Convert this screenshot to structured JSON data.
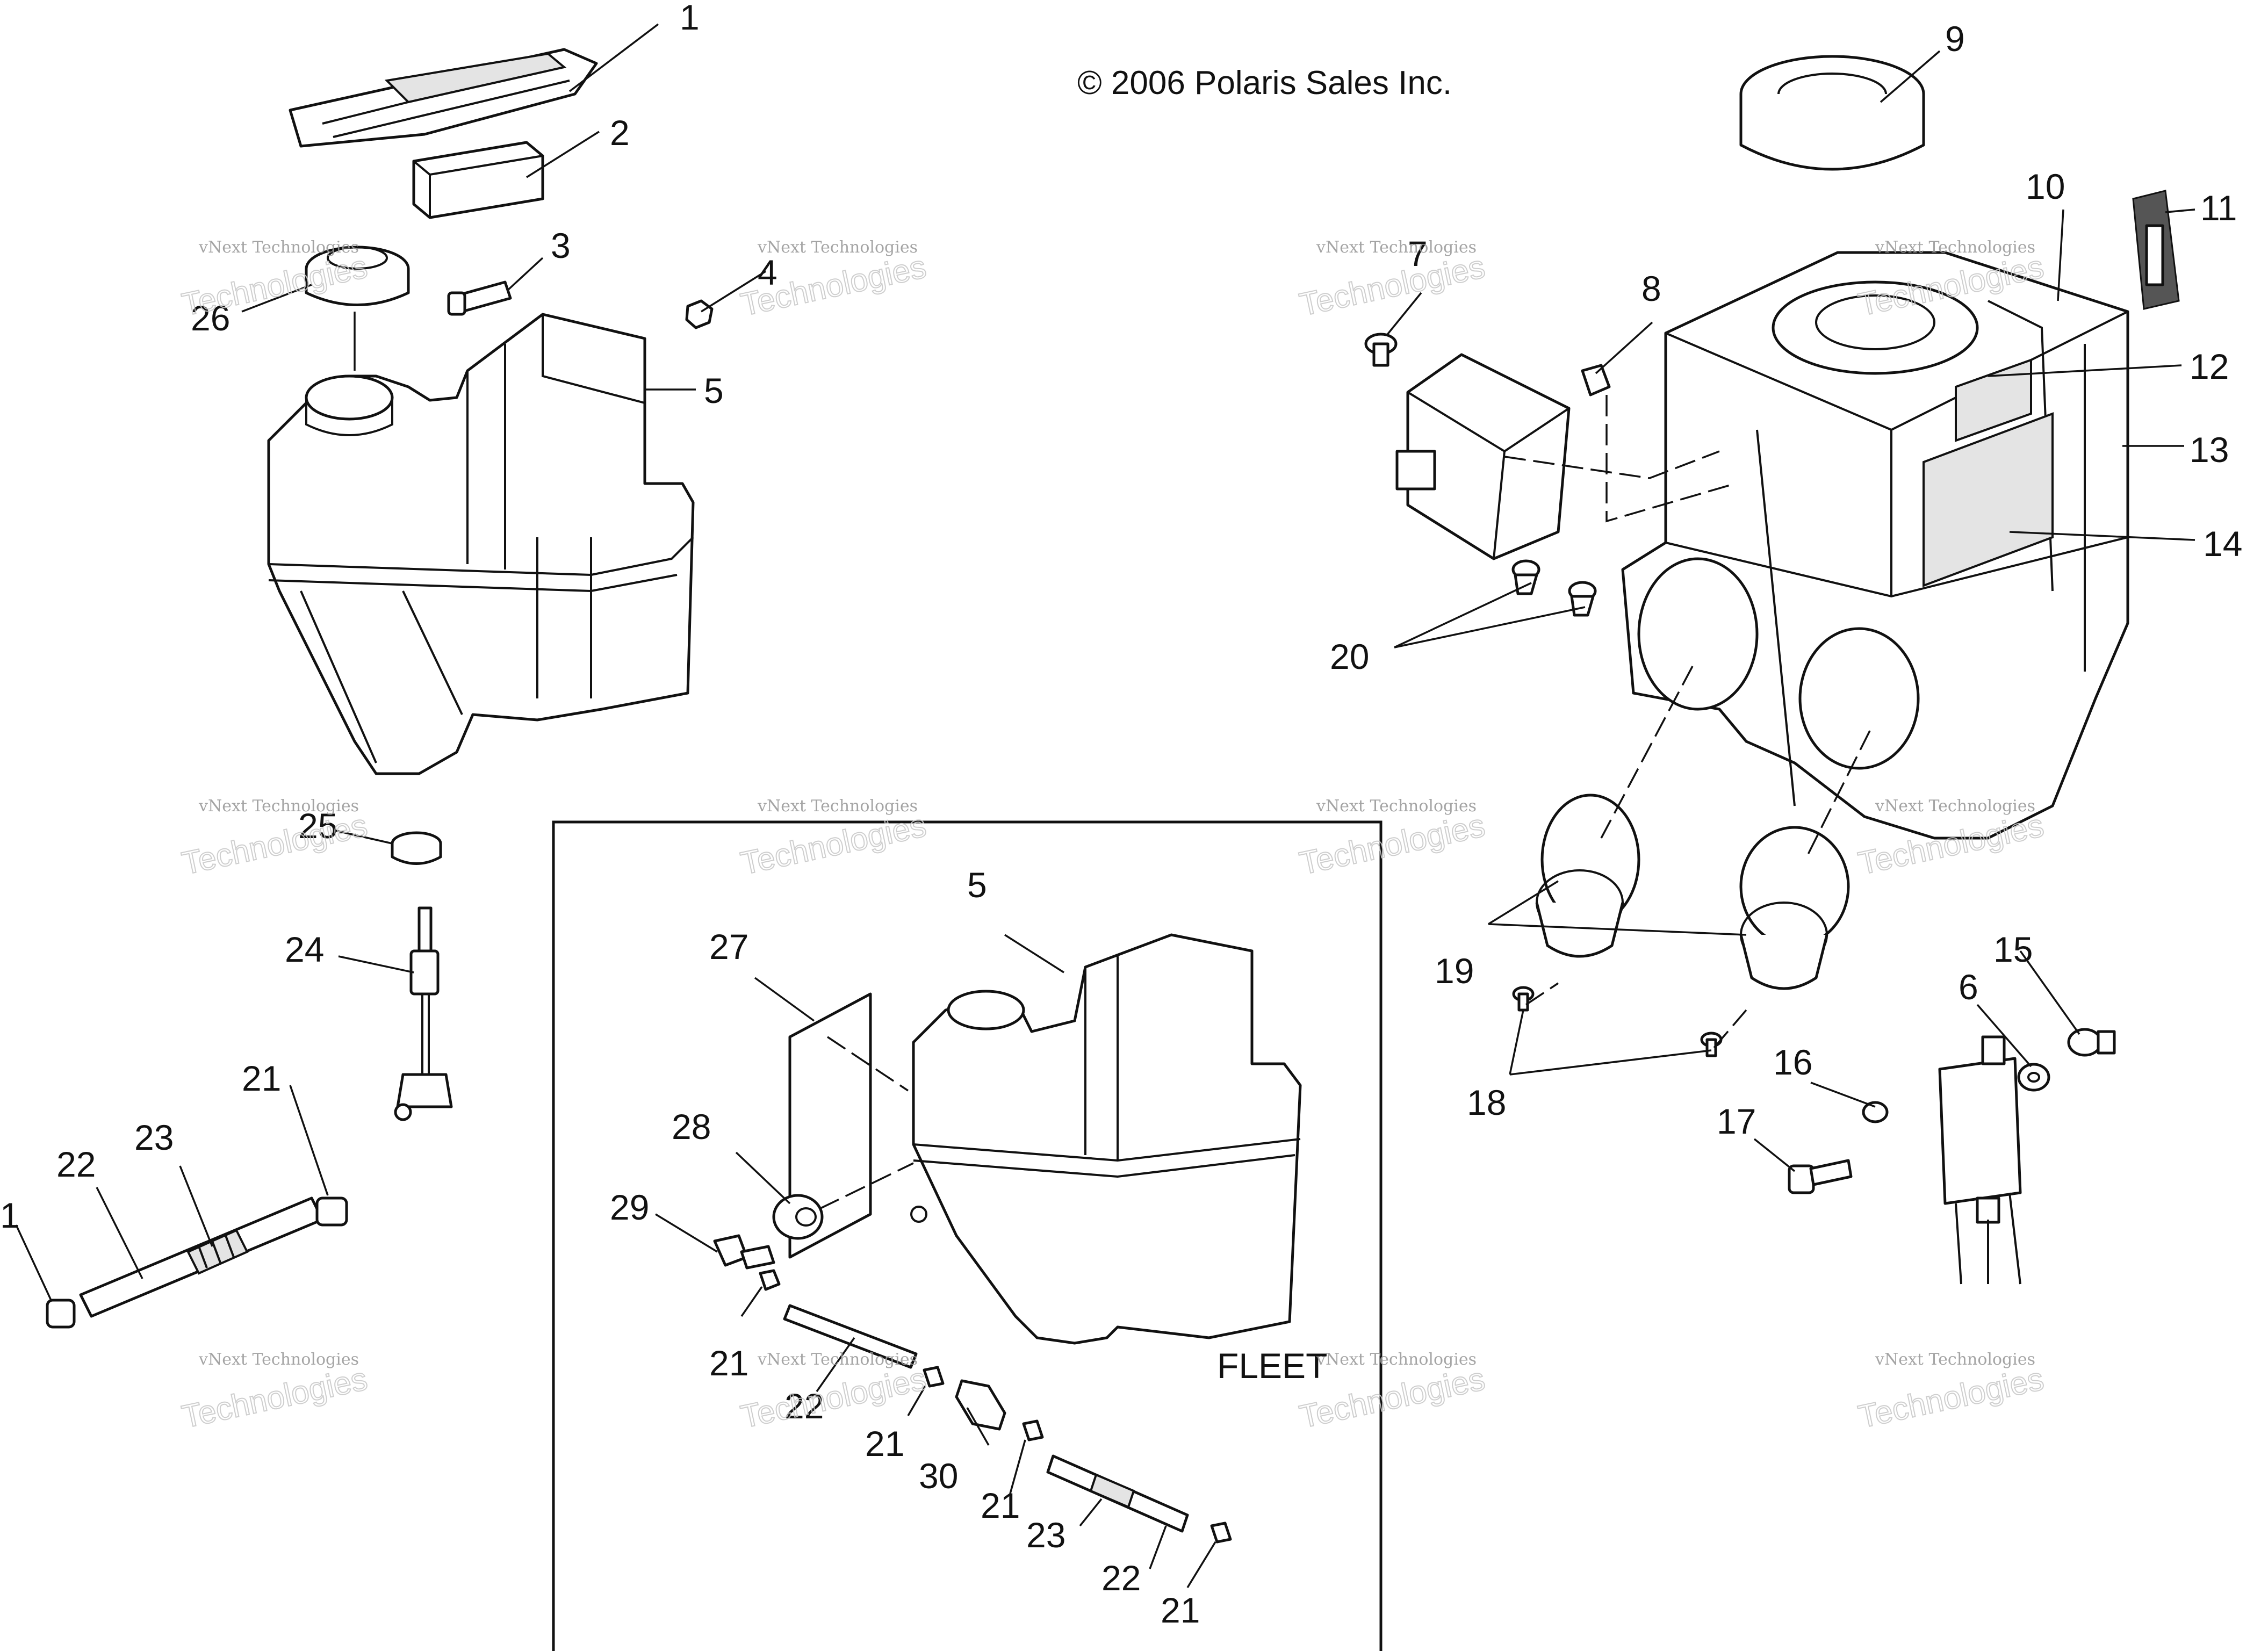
{
  "copyright": "© 2006 Polaris Sales Inc.",
  "fleet_label": "FLEET",
  "watermark": {
    "line1": "vNext Technologies",
    "line2": "Technologies"
  },
  "callouts": {
    "c1": "1",
    "c2": "2",
    "c3": "3",
    "c4": "4",
    "c5": "5",
    "c5b": "5",
    "c6": "6",
    "c7": "7",
    "c8": "8",
    "c9": "9",
    "c10": "10",
    "c11": "11",
    "c12": "12",
    "c13": "13",
    "c14": "14",
    "c15": "15",
    "c16": "16",
    "c17": "17",
    "c18": "18",
    "c19": "19",
    "c20": "20",
    "c21a": "21",
    "c21b": "21",
    "c21c": "21",
    "c21d": "21",
    "c21e": "21",
    "c22a": "22",
    "c22b": "22",
    "c22c": "22",
    "c23a": "23",
    "c23b": "23",
    "c24": "24",
    "c25": "25",
    "c26": "26",
    "c27": "27",
    "c28": "28",
    "c29": "29",
    "c30": "30",
    "c1b": "1"
  }
}
